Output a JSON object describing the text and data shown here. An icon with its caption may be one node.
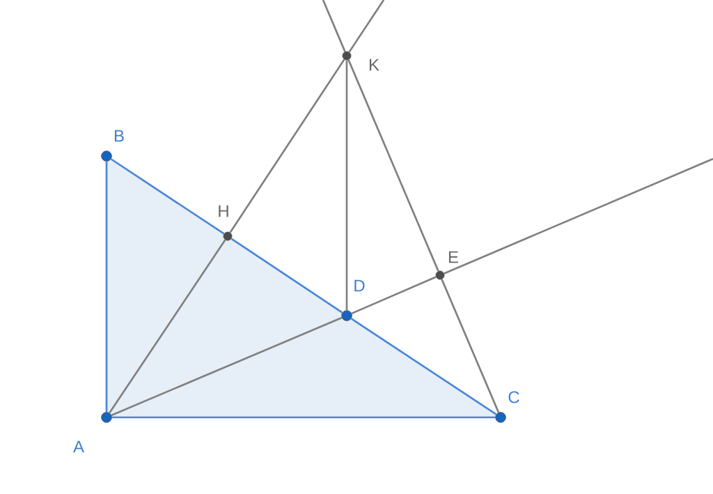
{
  "diagram": {
    "nodes": [
      {
        "text": [],
        "shape": "circle",
        "beside": [
          "K"
        ]
      },
      {
        "text": [],
        "shape": "circle",
        "beside": [
          "B"
        ]
      },
      {
        "text": [],
        "shape": "circle",
        "beside": [
          "H"
        ]
      },
      {
        "text": [],
        "shape": "circle",
        "beside": [
          "E"
        ]
      },
      {
        "text": [],
        "shape": "circle",
        "beside": [
          "D"
        ]
      },
      {
        "text": [],
        "shape": "circle",
        "beside": [
          "C"
        ]
      },
      {
        "text": [],
        "shape": "circle",
        "beside": [
          "A"
        ]
      }
    ],
    "edges": [
      {
        "from": 1,
        "to": 2,
        "arrow": "none",
        "color": "#4a86d8"
      },
      {
        "from": 2,
        "to": 4,
        "arrow": "none",
        "color": "#4a86d8"
      },
      {
        "from": 4,
        "to": 5,
        "arrow": "none",
        "color": "#4a86d8"
      },
      {
        "from": 6,
        "to": 1,
        "arrow": "none",
        "color": "#4a86d8"
      },
      {
        "from": 6,
        "to": 5,
        "arrow": "none",
        "color": "#4a86d8"
      },
      {
        "from": 6,
        "to": 2,
        "arrow": "none"
      },
      {
        "from": 2,
        "to": 0,
        "arrow": "none"
      },
      {
        "from": 0,
        "to": null,
        "arrow": "none"
      },
      {
        "from": 6,
        "to": 4,
        "arrow": "none"
      },
      {
        "from": 4,
        "to": 3,
        "arrow": "none"
      },
      {
        "from": 3,
        "to": null,
        "arrow": "none"
      },
      {
        "from": 0,
        "to": 4,
        "arrow": "none"
      },
      {
        "from": 5,
        "to": 3,
        "arrow": "none"
      },
      {
        "from": 3,
        "to": 0,
        "arrow": "none"
      },
      {
        "from": 0,
        "to": null,
        "arrow": "none"
      }
    ]
  }
}
